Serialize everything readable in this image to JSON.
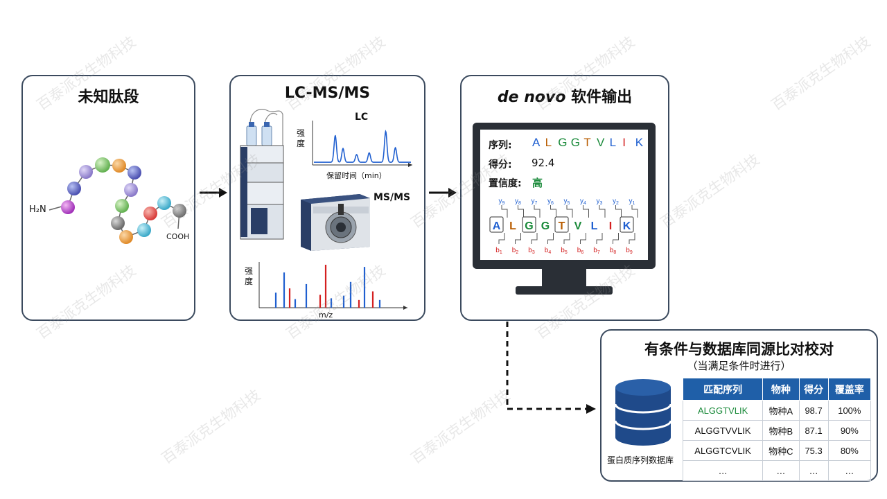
{
  "panels": {
    "unknown": {
      "title": "未知肽段",
      "h2n": "H₂N",
      "cooh": "COOH"
    },
    "lcms": {
      "title": "LC-MS/MS",
      "lc_label": "LC",
      "msms_label": "MS/MS",
      "intensity_1": "强\n度",
      "intensity_2": "强\n度",
      "lc_xlabel": "保留时间（min）",
      "ms_xlabel": "m/z"
    },
    "denovo": {
      "title_italic": "de novo",
      "title_rest": " 软件输出",
      "seq_label": "序列:",
      "score_label": "得分:",
      "score_value": "92.4",
      "conf_label": "置信度:",
      "conf_value": "高",
      "sequence": [
        "A",
        "L",
        "G",
        "G",
        "T",
        "V",
        "L",
        "I",
        "K"
      ],
      "y_ions": [
        "y9",
        "y8",
        "y7",
        "y6",
        "y5",
        "y4",
        "y3",
        "y2",
        "y1"
      ],
      "b_ions": [
        "b1",
        "b2",
        "b3",
        "b4",
        "b5",
        "b6",
        "b7",
        "b8",
        "b9"
      ]
    },
    "homology": {
      "title": "有条件与数据库同源比对校对",
      "subtitle": "（当满足条件时进行）",
      "db_label": "蛋白质序列数据库",
      "headers": [
        "匹配序列",
        "物种",
        "得分",
        "覆盖率"
      ],
      "rows": [
        [
          "ALGGTVLIK",
          "物种A",
          "98.7",
          "100%"
        ],
        [
          "ALGGTVVLIK",
          "物种B",
          "87.1",
          "90%"
        ],
        [
          "ALGGTCVLIK",
          "物种C",
          "75.3",
          "80%"
        ],
        [
          "…",
          "…",
          "…",
          "…"
        ]
      ]
    }
  },
  "watermark": "百泰派克生物科技",
  "colors": {
    "navy": "#1f3f75",
    "blue_peak": "#1f5fd0",
    "red_peak": "#d42020",
    "green": "#1a8a3a",
    "table_header": "#1f5fa8"
  },
  "letter_colors": [
    "#1f5fd0",
    "#b85c00",
    "#1a8a3a",
    "#1a8a3a",
    "#b85c00",
    "#1a8a3a",
    "#1f5fd0",
    "#d42020",
    "#1f5fd0"
  ],
  "chart_data": [
    {
      "type": "line",
      "title": "LC",
      "xlabel": "保留时间（min）",
      "ylabel": "强度",
      "peaks": [
        {
          "x": 0.22,
          "h": 0.62
        },
        {
          "x": 0.3,
          "h": 0.32
        },
        {
          "x": 0.44,
          "h": 0.18
        },
        {
          "x": 0.57,
          "h": 0.22
        },
        {
          "x": 0.74,
          "h": 0.72
        },
        {
          "x": 0.84,
          "h": 0.34
        }
      ]
    },
    {
      "type": "bar",
      "title": "",
      "xlabel": "m/z",
      "ylabel": "强度",
      "blue": [
        [
          0.1,
          0.35
        ],
        [
          0.16,
          0.82
        ],
        [
          0.24,
          0.2
        ],
        [
          0.32,
          0.55
        ],
        [
          0.5,
          0.22
        ],
        [
          0.59,
          0.28
        ],
        [
          0.64,
          0.6
        ],
        [
          0.74,
          0.95
        ],
        [
          0.85,
          0.18
        ]
      ],
      "red": [
        [
          0.2,
          0.45
        ],
        [
          0.42,
          0.3
        ],
        [
          0.46,
          1.0
        ],
        [
          0.7,
          0.18
        ],
        [
          0.8,
          0.38
        ]
      ]
    }
  ]
}
